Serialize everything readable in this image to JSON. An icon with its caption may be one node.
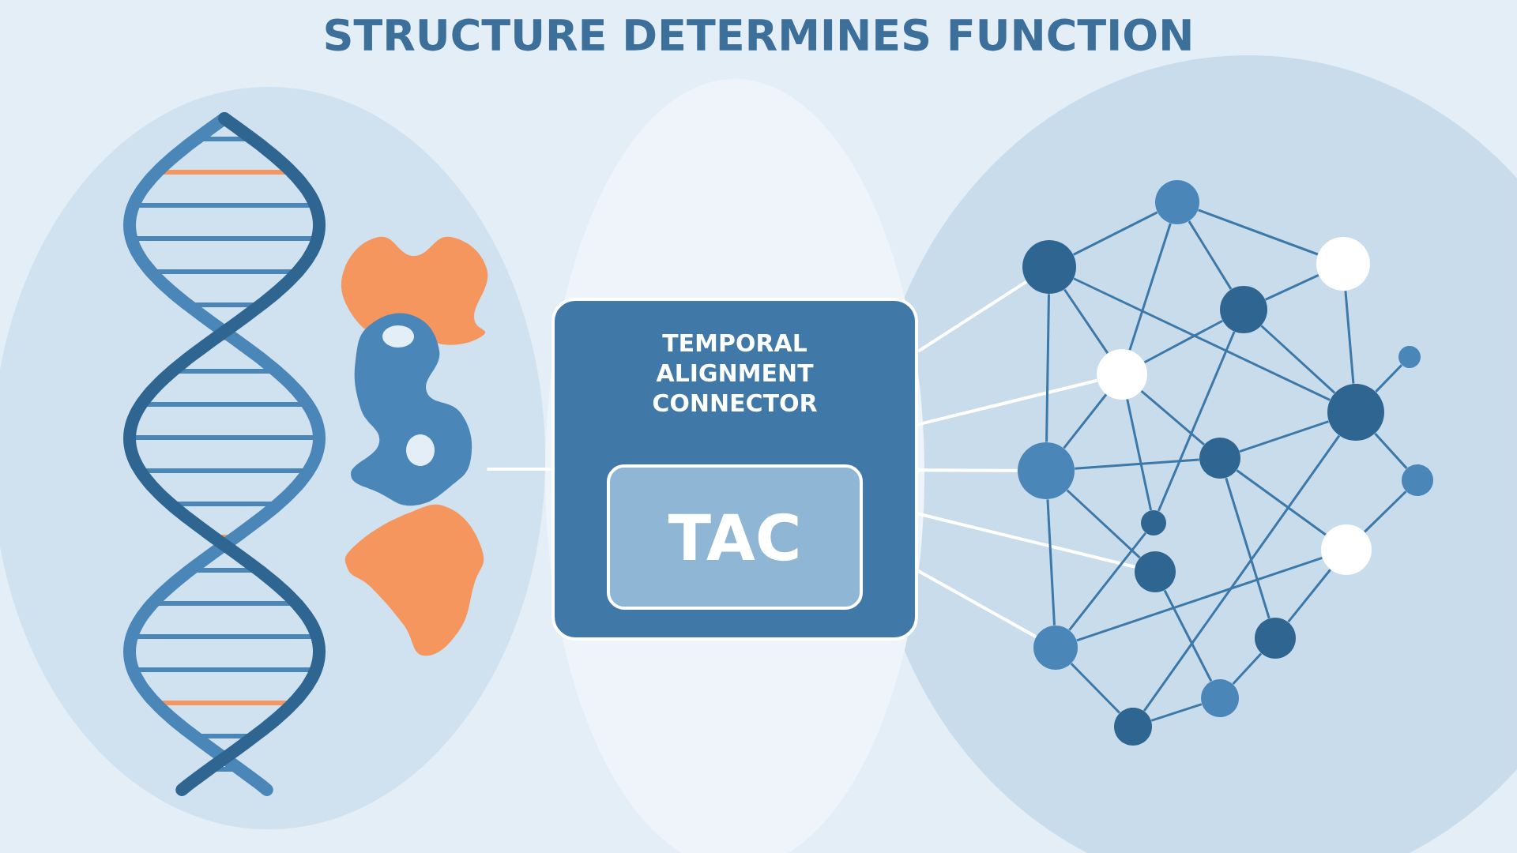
{
  "diagram": {
    "title": "STRUCTURE DETERMINES FUNCTION",
    "nodes": [
      {
        "text": [
          "TEMPORAL ALIGNMENT CONNECTOR"
        ]
      },
      {
        "text": [
          "TAC"
        ],
        "in": 0
      },
      {
        "text": [],
        "shape": "picture"
      },
      {
        "text": [],
        "shape": "circle"
      },
      {
        "text": [],
        "shape": "circle"
      },
      {
        "text": [],
        "shape": "circle"
      },
      {
        "text": [],
        "shape": "circle"
      },
      {
        "text": [],
        "shape": "circle"
      },
      {
        "text": [],
        "shape": "circle"
      },
      {
        "text": [],
        "shape": "circle"
      },
      {
        "text": [],
        "shape": "circle"
      },
      {
        "text": [],
        "shape": "circle"
      },
      {
        "text": [],
        "shape": "circle"
      },
      {
        "text": [],
        "shape": "circle"
      },
      {
        "text": [],
        "shape": "circle"
      },
      {
        "text": [],
        "shape": "circle"
      },
      {
        "text": [],
        "shape": "circle"
      },
      {
        "text": [],
        "shape": "circle"
      },
      {
        "text": [],
        "shape": "circle"
      },
      {
        "text": [],
        "shape": "circle"
      }
    ],
    "edges": [
      {
        "from": 2,
        "to": 0,
        "arrow": "none",
        "color": "#ffffff"
      },
      {
        "from": 0,
        "to": 5,
        "arrow": "none",
        "color": "#ffffff"
      },
      {
        "from": 0,
        "to": 8,
        "arrow": "none",
        "color": "#ffffff"
      },
      {
        "from": 0,
        "to": 11,
        "arrow": "none",
        "color": "#ffffff"
      },
      {
        "from": 0,
        "to": 15,
        "arrow": "none",
        "color": "#ffffff"
      },
      {
        "from": 0,
        "to": 17,
        "arrow": "none",
        "color": "#ffffff"
      },
      {
        "from": 3,
        "to": 5,
        "arrow": "none"
      },
      {
        "from": 3,
        "to": 4,
        "arrow": "none"
      },
      {
        "from": 3,
        "to": 6,
        "arrow": "none"
      },
      {
        "from": 3,
        "to": 8,
        "arrow": "none"
      },
      {
        "from": 5,
        "to": 8,
        "arrow": "none"
      },
      {
        "from": 5,
        "to": 9,
        "arrow": "none"
      },
      {
        "from": 5,
        "to": 11,
        "arrow": "none"
      },
      {
        "from": 6,
        "to": 4,
        "arrow": "none"
      },
      {
        "from": 8,
        "to": 6,
        "arrow": "none"
      },
      {
        "from": 6,
        "to": 9,
        "arrow": "none"
      },
      {
        "from": 6,
        "to": 13,
        "arrow": "none"
      },
      {
        "from": 4,
        "to": 9,
        "arrow": "none"
      },
      {
        "from": 8,
        "to": 10,
        "arrow": "none"
      },
      {
        "from": 8,
        "to": 13,
        "arrow": "none"
      },
      {
        "from": 8,
        "to": 11,
        "arrow": "none"
      },
      {
        "from": 11,
        "to": 10,
        "arrow": "none"
      },
      {
        "from": 11,
        "to": 15,
        "arrow": "none"
      },
      {
        "from": 11,
        "to": 17,
        "arrow": "none"
      },
      {
        "from": 10,
        "to": 9,
        "arrow": "none"
      },
      {
        "from": 10,
        "to": 14,
        "arrow": "none"
      },
      {
        "from": 10,
        "to": 16,
        "arrow": "none"
      },
      {
        "from": 9,
        "to": 7,
        "arrow": "none"
      },
      {
        "from": 9,
        "to": 12,
        "arrow": "none"
      },
      {
        "from": 9,
        "to": 19,
        "arrow": "none"
      },
      {
        "from": 12,
        "to": 14,
        "arrow": "none"
      },
      {
        "from": 14,
        "to": 17,
        "arrow": "none"
      },
      {
        "from": 14,
        "to": 16,
        "arrow": "none"
      },
      {
        "from": 13,
        "to": 17,
        "arrow": "none"
      },
      {
        "from": 15,
        "to": 18,
        "arrow": "none"
      },
      {
        "from": 17,
        "to": 19,
        "arrow": "none"
      },
      {
        "from": 19,
        "to": 18,
        "arrow": "none"
      },
      {
        "from": 18,
        "to": 16,
        "arrow": "none"
      }
    ]
  }
}
